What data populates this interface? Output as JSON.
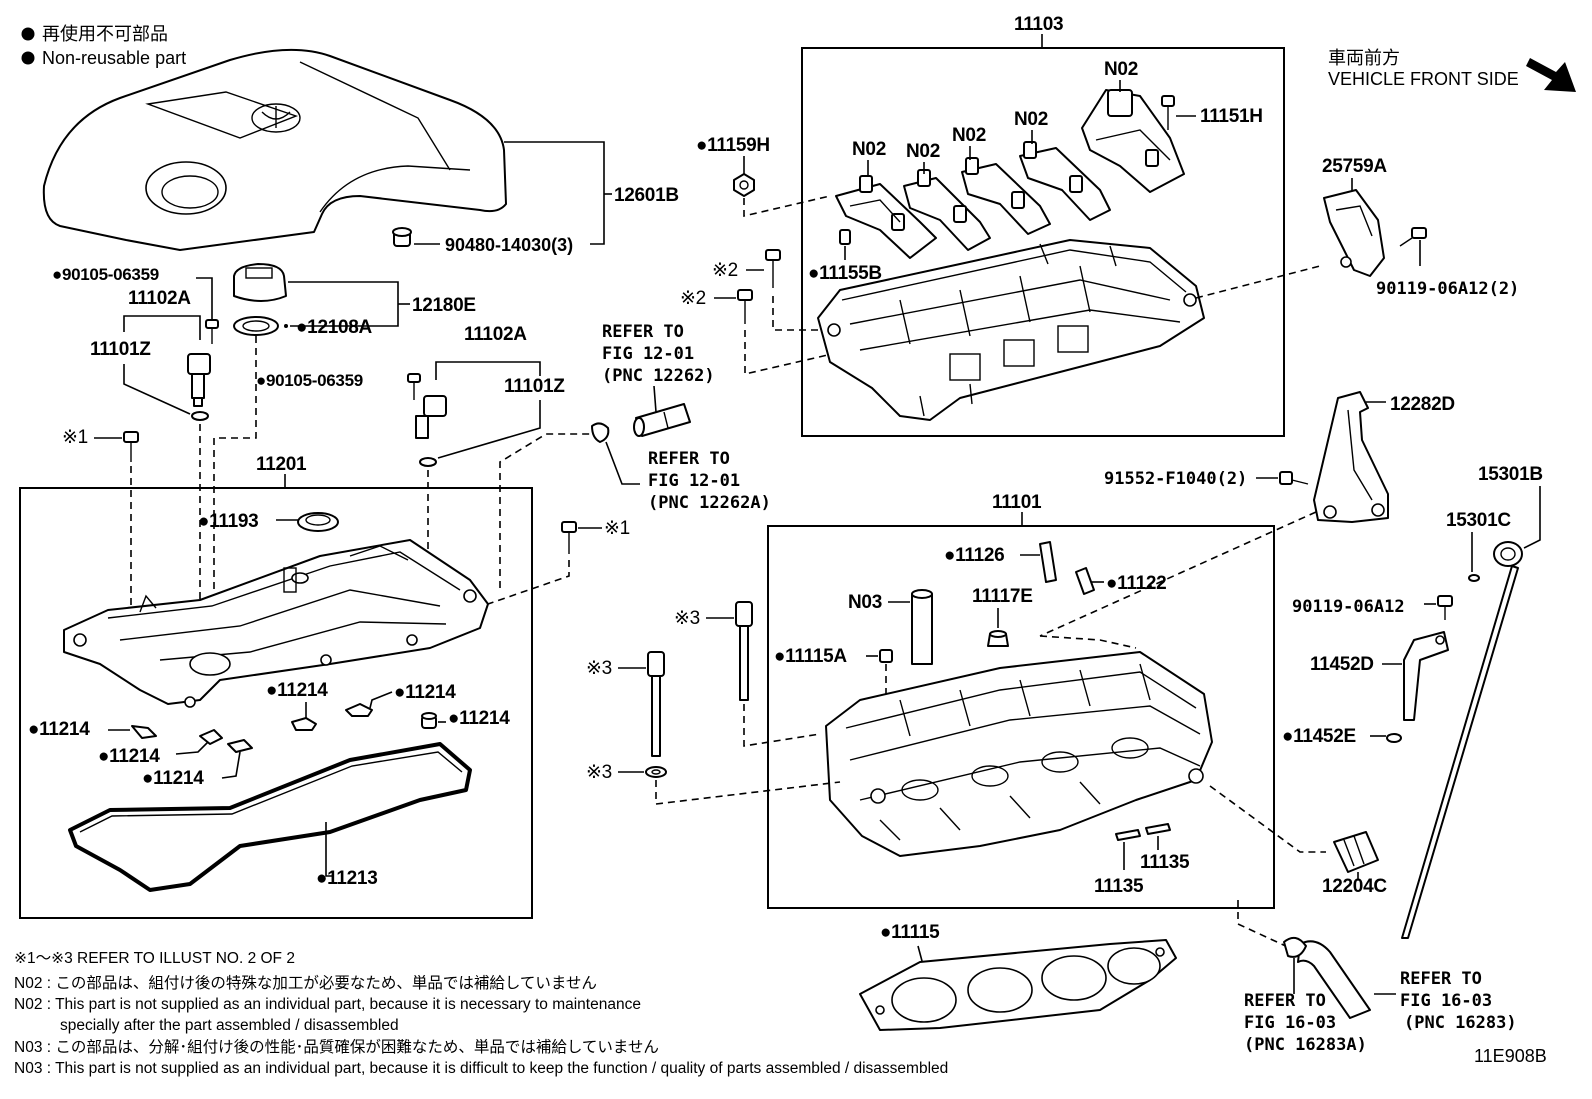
{
  "legend": [
    {
      "icon": "filled-circle",
      "text": "再使用不可部品"
    },
    {
      "icon": "filled-circle",
      "text": "Non-reusable part"
    }
  ],
  "vehicle_front": {
    "jp": "車両前方",
    "en": "VEHICLE FRONT SIDE",
    "icon": "arrow-down-right-icon"
  },
  "callouts": {
    "c12601B": "12601B",
    "c90480": "90480-14030(3)",
    "c90105_a": "●90105-06359",
    "c11102A_a": "11102A",
    "c11101Z_a": "11101Z",
    "c12180E": "12180E",
    "c12108A": "●12108A",
    "c90105_b": "●90105-06359",
    "c11102A_b": "11102A",
    "c11101Z_b": "11101Z",
    "c11201": "11201",
    "c11193": "●11193",
    "c11214_a": "●11214",
    "c11214_b": "●11214",
    "c11214_c": "●11214",
    "c11214_d": "●11214",
    "c11214_e": "●11214",
    "c11214_f": "●11214",
    "c11213": "●11213",
    "c11103": "11103",
    "c11159H": "●11159H",
    "c11155B": "●11155B",
    "cN02_a": "N02",
    "cN02_b": "N02",
    "cN02_c": "N02",
    "cN02_d": "N02",
    "cN02_e": "N02",
    "c11151H": "11151H",
    "c25759A": "25759A",
    "c90119_a": "90119-06A12(2)",
    "c12282D": "12282D",
    "c91552": "91552-F1040(2)",
    "c15301B": "15301B",
    "c15301C": "15301C",
    "c90119_b": "90119-06A12",
    "c11452D": "11452D",
    "c11452E": "●11452E",
    "c12204C": "12204C",
    "c11101": "11101",
    "c11126": "●11126",
    "c11122": "●11122",
    "cN03": "N03",
    "c11117E": "11117E",
    "c11115A": "●11115A",
    "c11135_a": "11135",
    "c11135_b": "11135",
    "c11115": "●11115",
    "mark1_a": "※1",
    "mark1_b": "※1",
    "mark2_a": "※2",
    "mark2_b": "※2",
    "mark3_a": "※3",
    "mark3_b": "※3",
    "mark3_c": "※3"
  },
  "references": {
    "r1": [
      "REFER TO",
      "FIG 12-01",
      "(PNC 12262)"
    ],
    "r2": [
      "REFER TO",
      "FIG 12-01",
      "(PNC 12262A)"
    ],
    "r3": [
      "REFER TO",
      "FIG 16-03",
      "(PNC 16283A)"
    ],
    "r4": [
      "REFER TO",
      "FIG 16-03",
      "(PNC 16283)"
    ]
  },
  "notes": [
    "※1～※3  REFER TO ILLUST NO. 2 OF 2",
    "N02 : この部品は、組付け後の特殊な加工が必要なため、単品では補給していません",
    "N02 : This part is not supplied as an individual part, because it is necessary to maintenance",
    "specially after the part assembled / disassembled",
    "N03 : この部品は、分解･組付け後の性能･品質確保が困難なため、単品では補給していません",
    "N03 : This part is not supplied as an individual part, because it is difficult to keep the function / quality of parts  assembled / disassembled"
  ],
  "illustration_id": "11E908B"
}
